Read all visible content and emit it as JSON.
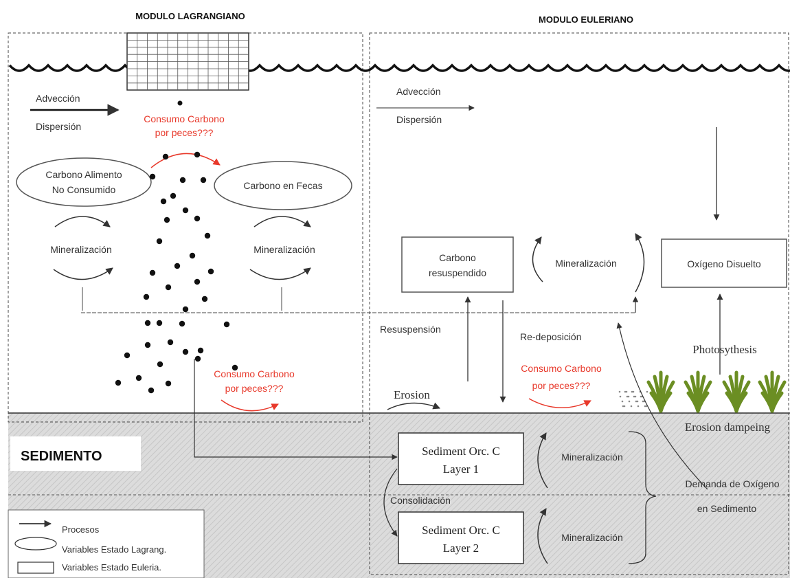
{
  "headers": {
    "lagrangian": "MODULO LAGRANGIANO",
    "eulerian": "MODULO EULERIANO"
  },
  "lagrangian": {
    "advection": "Advección",
    "dispersion": "Dispersión",
    "fish_consumption_top": [
      "Consumo Carbono",
      "por peces???"
    ],
    "fish_consumption_bottom": [
      "Consumo Carbono",
      "por peces???"
    ],
    "uneaten_food": [
      "Carbono Alimento",
      "No Consumido"
    ],
    "feces_carbon": "Carbono en Fecas",
    "mineralization_left": "Mineralización",
    "mineralization_right": "Mineralización"
  },
  "eulerian": {
    "advection": "Advección",
    "dispersion": "Dispersión",
    "resuspended_carbon": [
      "Carbono",
      "resuspendido"
    ],
    "mineralization": "Mineralización",
    "dissolved_oxygen": "Oxígeno Disuelto",
    "resuspension": "Resuspensión",
    "redeposition": "Re-deposición",
    "fish_consumption": [
      "Consumo Carbono",
      "por peces???"
    ],
    "photosynthesis": "Photosythesis",
    "erosion": "Erosion",
    "erosion_damping": "Erosion dampeing"
  },
  "sediment": {
    "label": "SEDIMENTO",
    "layer1": [
      "Sediment Orc. C",
      "Layer 1"
    ],
    "layer2": [
      "Sediment Orc. C",
      "Layer 2"
    ],
    "mineralization_1": "Mineralización",
    "mineralization_2": "Mineralización",
    "consolidation": "Consolidación",
    "oxygen_demand": [
      "Demanda de Oxígeno",
      "en Sedimento"
    ]
  },
  "legend": {
    "processes": "Procesos",
    "lagrangian_state": "Variables Estado Lagrang.",
    "eulerian_state": "Variables Estado Euleria."
  },
  "colors": {
    "accent_red": "#e8392b",
    "line": "#333333",
    "sediment_gray": "#d9d9d9",
    "plant_green": "#6b8e23"
  }
}
